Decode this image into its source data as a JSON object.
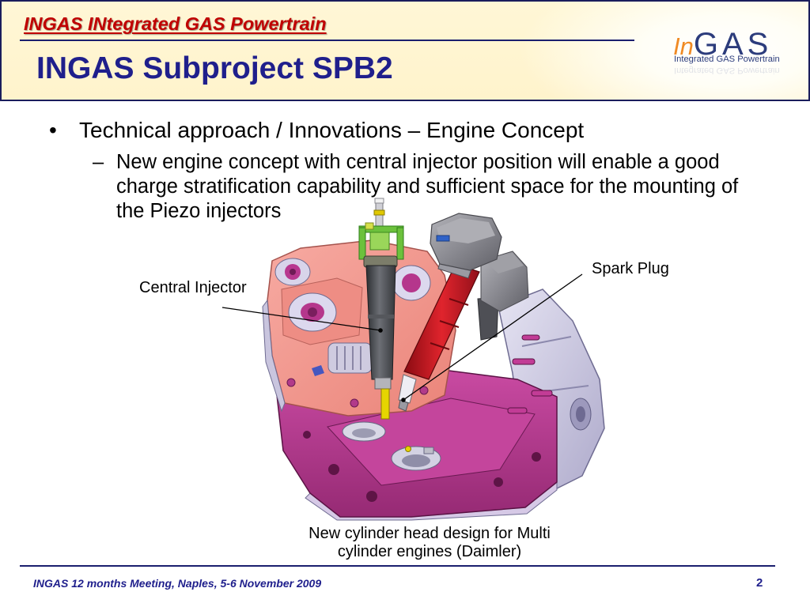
{
  "header": {
    "project_banner": "INGAS INtegrated GAS Powertrain",
    "title": "INGAS Subproject SPB2",
    "logo": {
      "prefix": "In",
      "name": "GAS",
      "tagline": "Integrated GAS Powertrain"
    }
  },
  "content": {
    "bullet": {
      "marker": "•",
      "text": "Technical approach / Innovations – Engine Concept",
      "sub_bullet": {
        "marker": "–",
        "lines": [
          "New engine concept with central injector position will enable a good",
          "charge stratification capability and sufficient space for the mounting of",
          "the Piezo injectors"
        ]
      }
    }
  },
  "figure": {
    "labels": {
      "spark_plug": "Spark Plug",
      "central_injector": "Central Injector"
    },
    "caption_lines": [
      "New cylinder head design for Multi",
      "cylinder engines (Daimler)"
    ]
  },
  "footer": {
    "meeting": "INGAS 12 months Meeting, Naples, 5-6 November 2009",
    "page_number": "2"
  },
  "colors": {
    "banner_red": "#c00000",
    "title_navy": "#1f1f8c",
    "rule_navy": "#1b1f6e",
    "frame_navy": "#1a1d5c",
    "header_cream": "#fff7d6",
    "logo_orange": "#f08a24",
    "logo_navy": "#2c3c7c",
    "body_text": "#000000"
  }
}
